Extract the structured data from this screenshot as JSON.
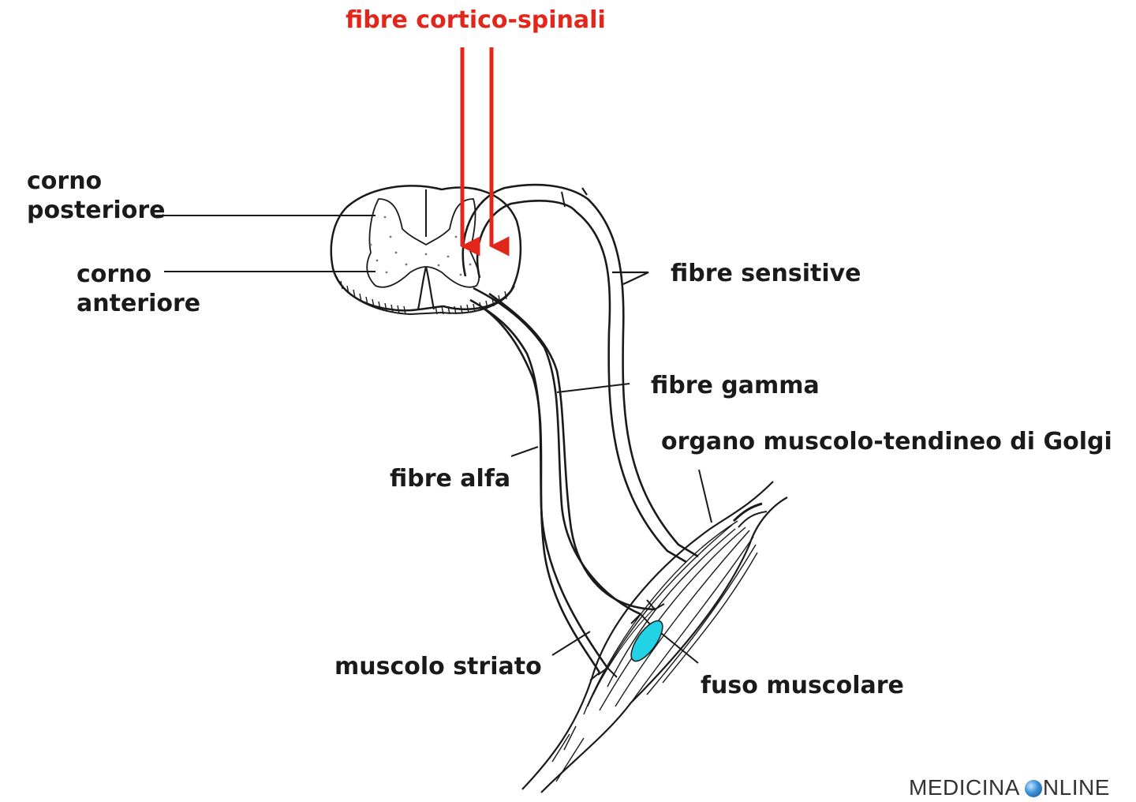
{
  "title": "fibre cortico-spinali",
  "labels": {
    "corno_posteriore": [
      "corno",
      "posteriore"
    ],
    "corno_anteriore": [
      "corno",
      "anteriore"
    ],
    "fibre_sensitive": "fibre sensitive",
    "fibre_gamma": "fibre gamma",
    "golgi": "organo muscolo-tendineo di Golgi",
    "fibre_alfa": "fibre alfa",
    "muscolo_striato": "muscolo striato",
    "fuso_muscolare": "fuso muscolare"
  },
  "watermark": {
    "left": "MEDICINA",
    "right": "NLINE"
  },
  "colors": {
    "arrow_red": "#e3261b",
    "ink": "#1a1a1a",
    "spindle_cyan": "#22d3e6"
  }
}
